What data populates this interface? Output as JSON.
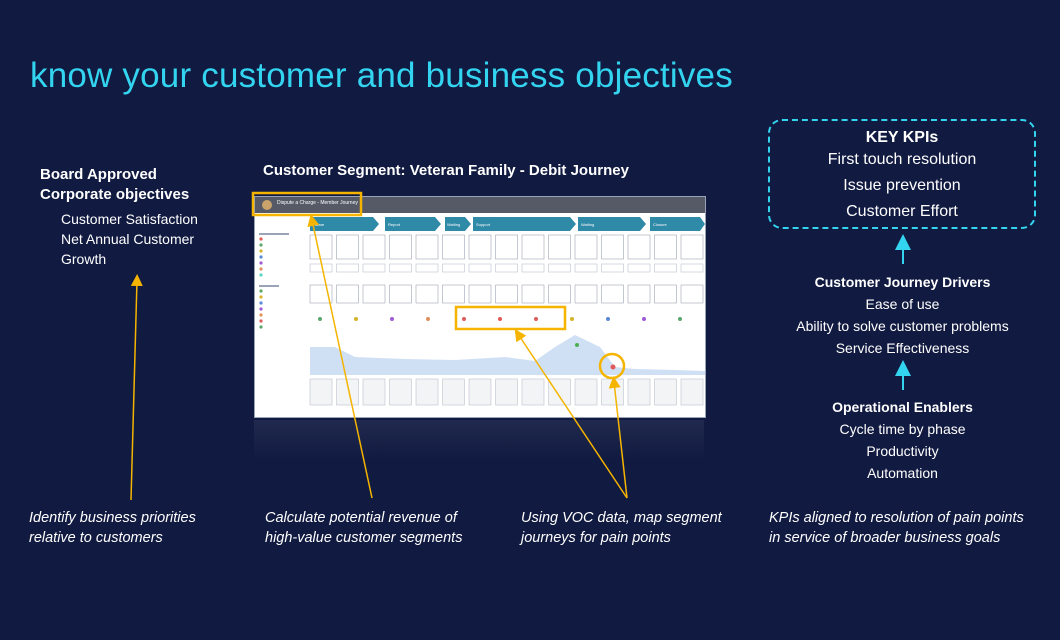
{
  "title": "know your customer and business objectives",
  "board": {
    "heading_line1": "Board Approved",
    "heading_line2": "Corporate objectives",
    "items": [
      "Customer Satisfaction",
      "Net Annual Customer",
      "Growth"
    ]
  },
  "segment": {
    "title": "Customer Segment: Veteran Family - Debit Journey",
    "thumbnail_header": "Dispute a Charge - Member Journey",
    "stage_labels": [
      "Aware",
      "Report",
      "Waiting",
      "Support",
      "Waiting",
      "Closure"
    ]
  },
  "kpis": {
    "heading": "KEY KPIs",
    "items": [
      "First touch resolution",
      "Issue prevention",
      "Customer Effort"
    ]
  },
  "drivers": {
    "heading": "Customer Journey Drivers",
    "items": [
      "Ease of use",
      "Ability to solve customer problems",
      "Service Effectiveness"
    ]
  },
  "enablers": {
    "heading": "Operational Enablers",
    "items": [
      "Cycle time by phase",
      "Productivity",
      "Automation"
    ]
  },
  "captions": {
    "c1_line1": "Identify business priorities",
    "c1_line2": "relative to customers",
    "c2_line1": "Calculate potential revenue of",
    "c2_line2": "high-value customer segments",
    "c3_line1": "Using VOC data, map segment",
    "c3_line2": "journeys for pain points",
    "c4_line1": "KPIs aligned to resolution of pain points",
    "c4_line2": "in service of broader business goals"
  },
  "colors": {
    "background": "#111a40",
    "title": "#33d4f0",
    "arrow_gold": "#f5b400",
    "arrow_cyan": "#33d4f0",
    "stage_bar": "#2f8aa8"
  }
}
